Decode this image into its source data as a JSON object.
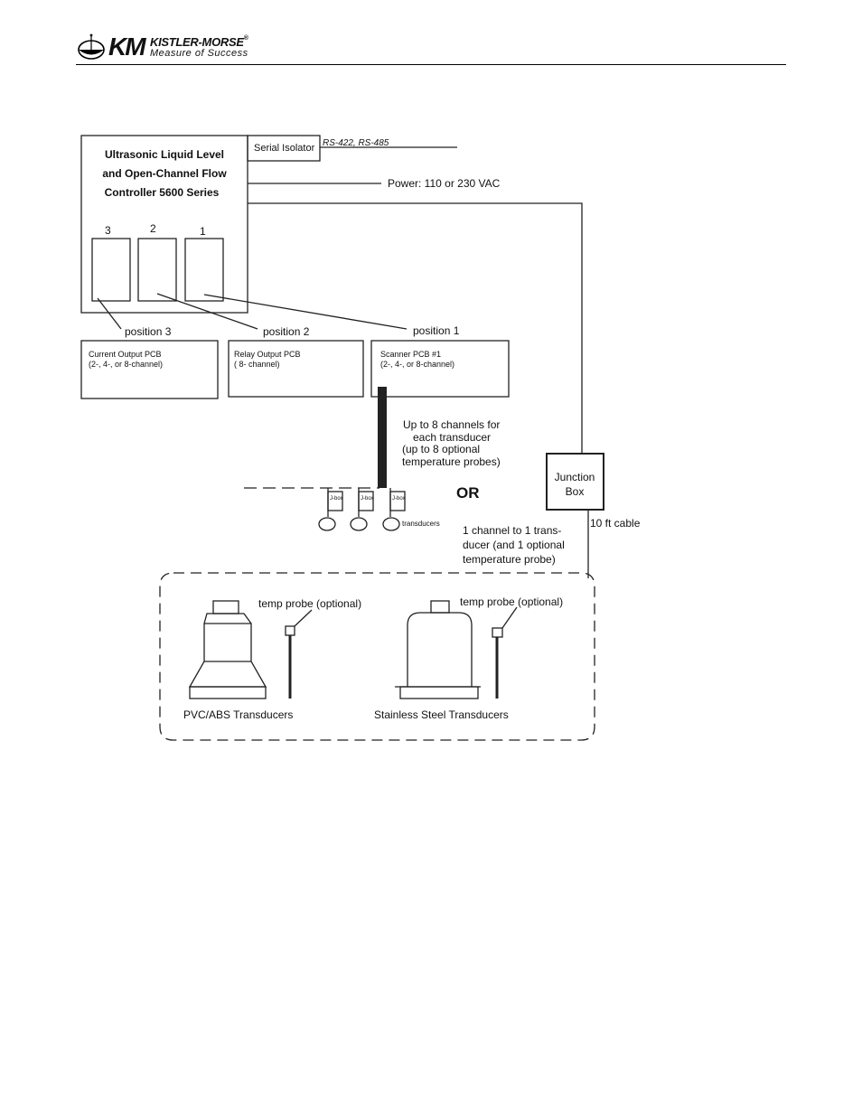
{
  "header": {
    "logo_letters": "KM",
    "company": "KISTLER-MORSE",
    "registered_mark": "®",
    "tagline": "Measure of Success"
  },
  "diagram": {
    "controller": {
      "line1": "Ultrasonic Liquid Level",
      "line2": "and Open-Channel Flow",
      "line3": "Controller 5600 Series",
      "slot_labels": [
        "3",
        "2",
        "1"
      ]
    },
    "serial_isolator": "Serial Isolator",
    "serial_protocols": "RS-422, RS-485",
    "power": "Power: 110 or 230 VAC",
    "positions": [
      "position 3",
      "position 2",
      "position 1"
    ],
    "pcbs": [
      {
        "name": "Current Output PCB",
        "detail": "(2-, 4-, or 8-channel)"
      },
      {
        "name": "Relay Output PCB",
        "detail": "( 8- channel)"
      },
      {
        "name": "Scanner PCB #1",
        "detail": "(2-, 4-, or 8-channel)"
      }
    ],
    "channels_note": [
      "Up to 8 channels for",
      "each transducer",
      "(up to 8 optional",
      "temperature probes)"
    ],
    "or_label": "OR",
    "jbox_label": "J-box",
    "transducers_label": "transducers",
    "junction_box": [
      "Junction",
      "Box"
    ],
    "cable_label": "10 ft cable",
    "single_channel_note": [
      "1 channel to 1 trans-",
      "ducer (and 1 optional",
      "temperature probe)"
    ],
    "temp_probe_label": "temp probe (optional)",
    "pvc_label": "PVC/ABS Transducers",
    "steel_label": "Stainless Steel Transducers"
  }
}
